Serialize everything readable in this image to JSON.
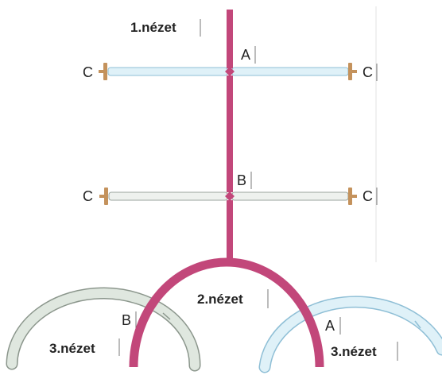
{
  "views": {
    "view1_label": "1.nézet",
    "view2_label": "2.nézet",
    "view3_left_label": "3.nézet",
    "view3_right_label": "3.nézet"
  },
  "points": {
    "a_top": "A",
    "b_middle": "B",
    "b_arc": "B",
    "a_arc": "A",
    "c_top_left": "C",
    "c_top_right": "C",
    "c_mid_left": "C",
    "c_mid_right": "C"
  },
  "colors": {
    "magenta_rod": "#c2477a",
    "light_blue_rod": "#dff1f8",
    "light_blue_edge": "#8fbfd6",
    "light_grey_rod": "#eef1ee",
    "grey_edge": "#9aa39c",
    "green_grey_rod": "#dfe7df",
    "green_grey_edge": "#8b968c",
    "bracket_tan": "#c4925c"
  }
}
